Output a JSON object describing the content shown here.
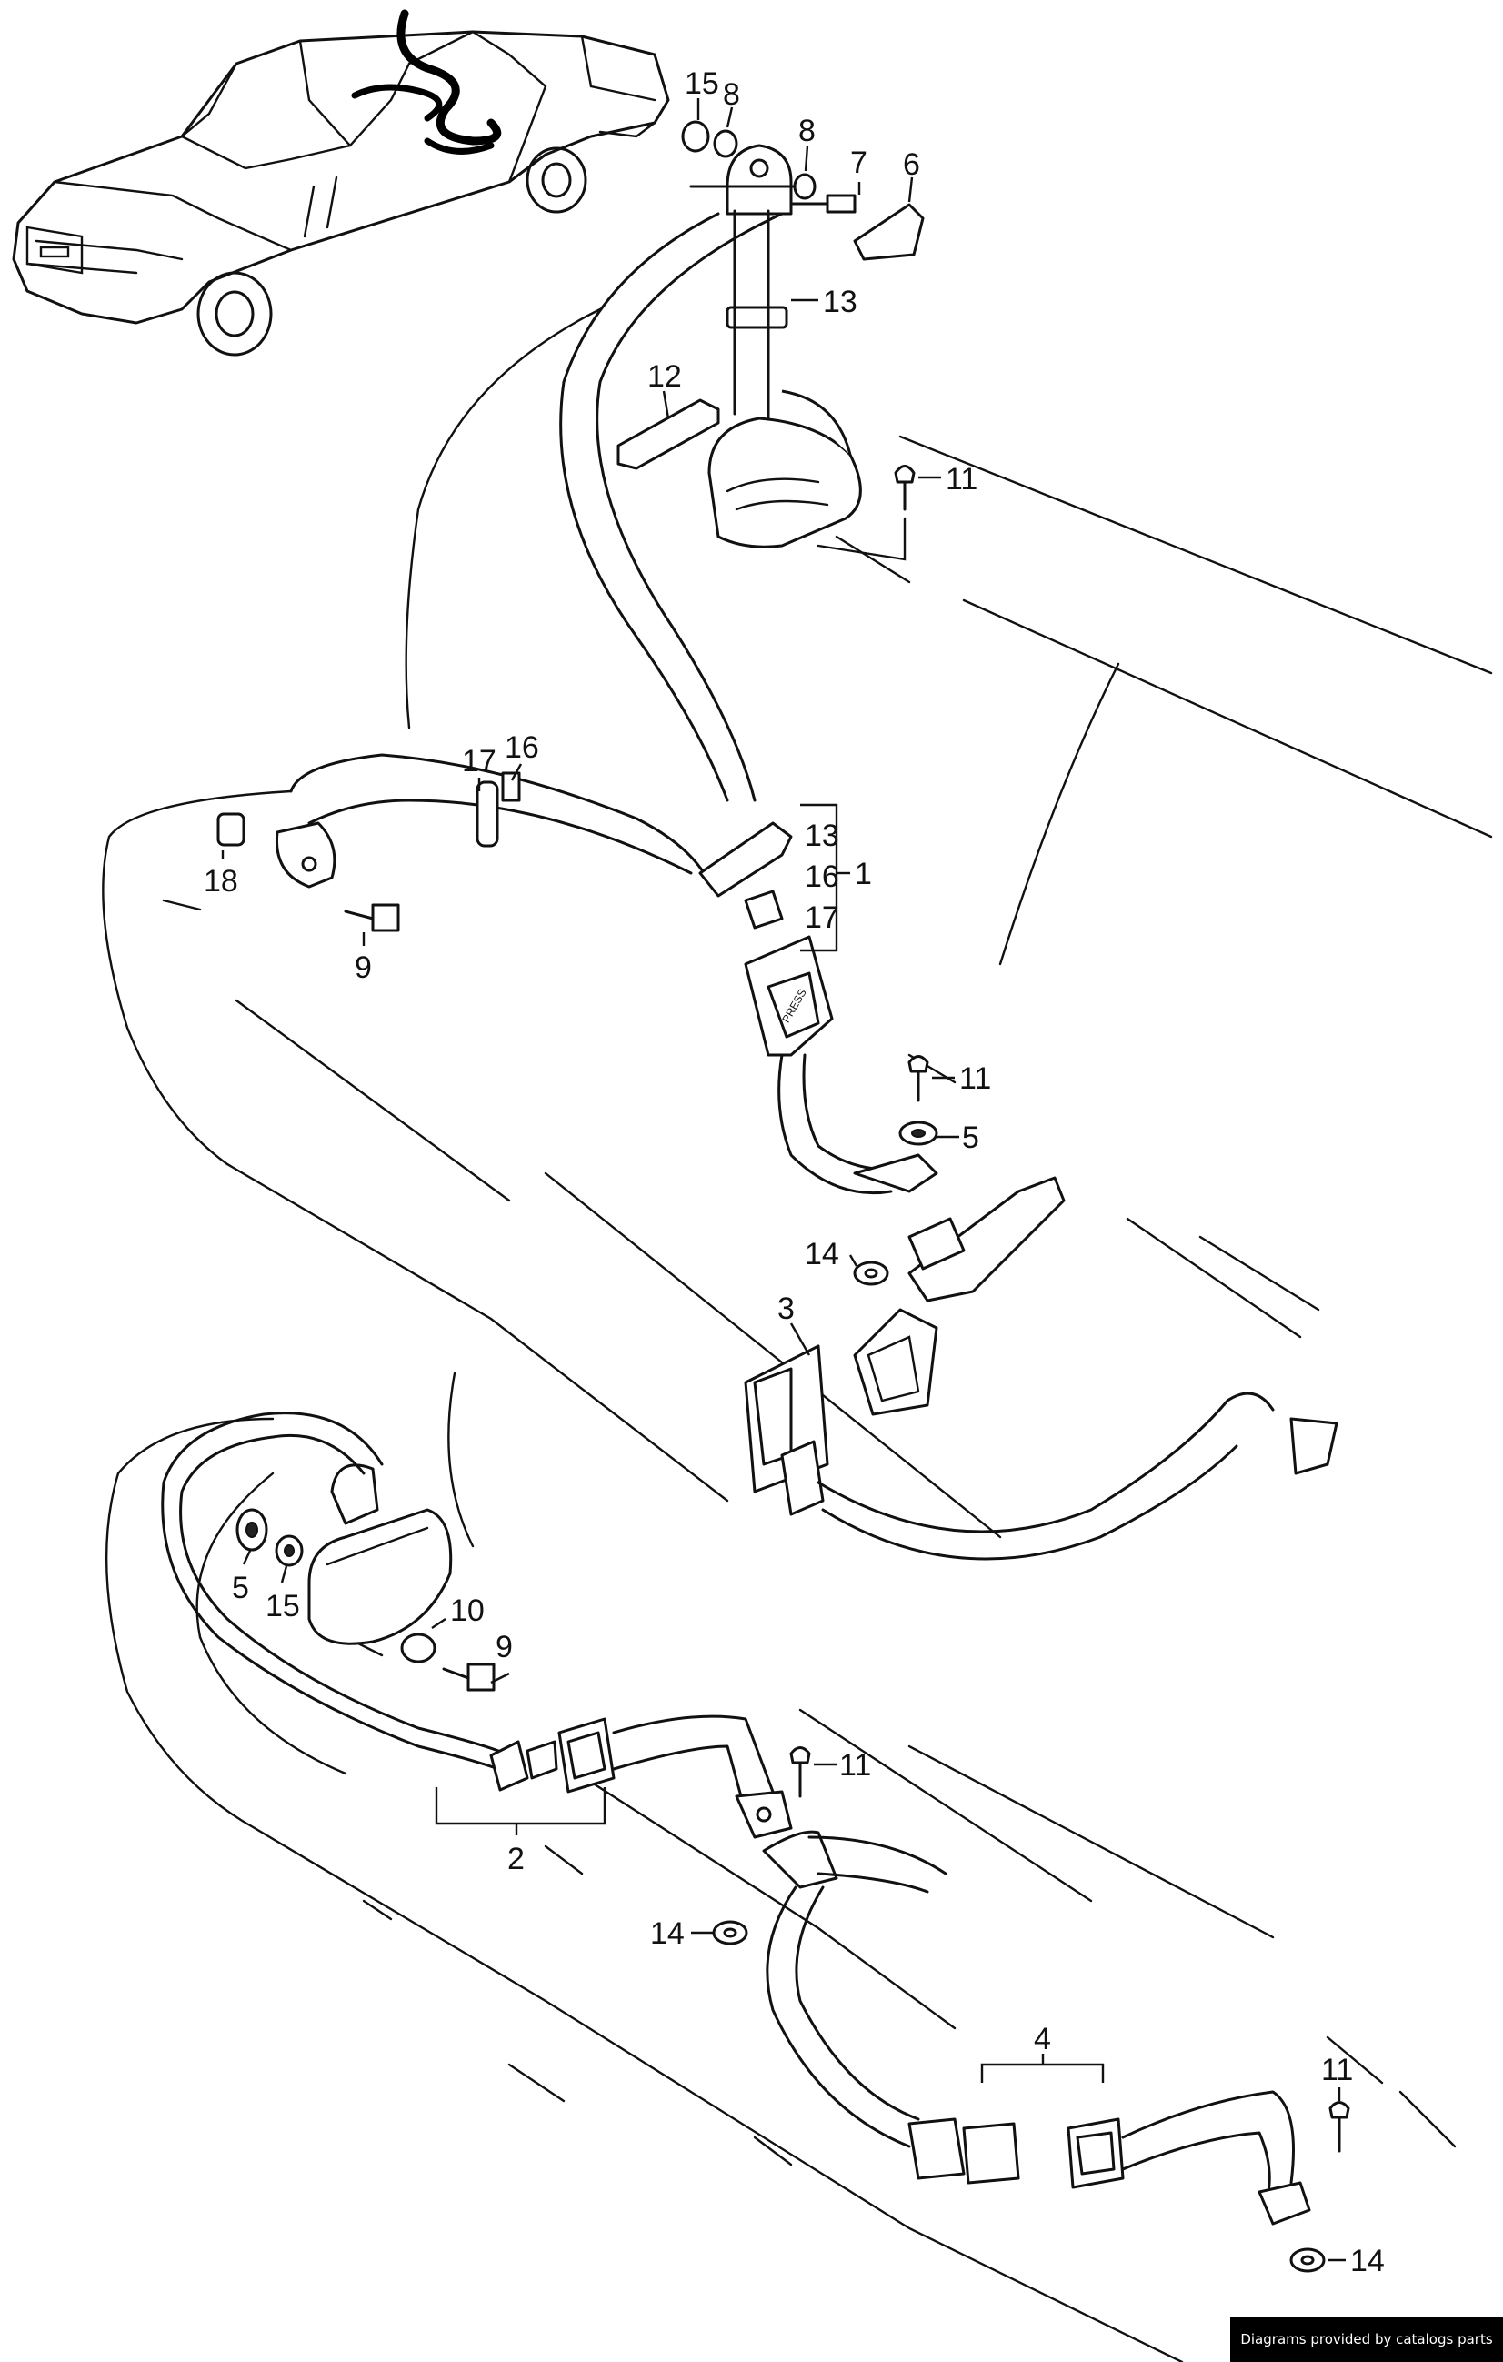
{
  "callouts": {
    "c15a": "15",
    "c8a": "8",
    "c8b": "8",
    "c7": "7",
    "c6": "6",
    "c13a": "13",
    "c12": "12",
    "c11a": "11",
    "c17a": "17",
    "c16a": "16",
    "c18": "18",
    "c9a": "9",
    "c13b": "13",
    "c16b": "16",
    "c17b": "17",
    "c1": "1",
    "c11b": "11",
    "c5a": "5",
    "c14a": "14",
    "c3": "3",
    "c5b": "5",
    "c15b": "15",
    "c10": "10",
    "c9b": "9",
    "c11c": "11",
    "c2": "2",
    "c14b": "14",
    "c4": "4",
    "c11d": "11",
    "c14c": "14"
  },
  "buckle_text": "PRESS",
  "credit": "Diagrams provided by catalogs parts"
}
